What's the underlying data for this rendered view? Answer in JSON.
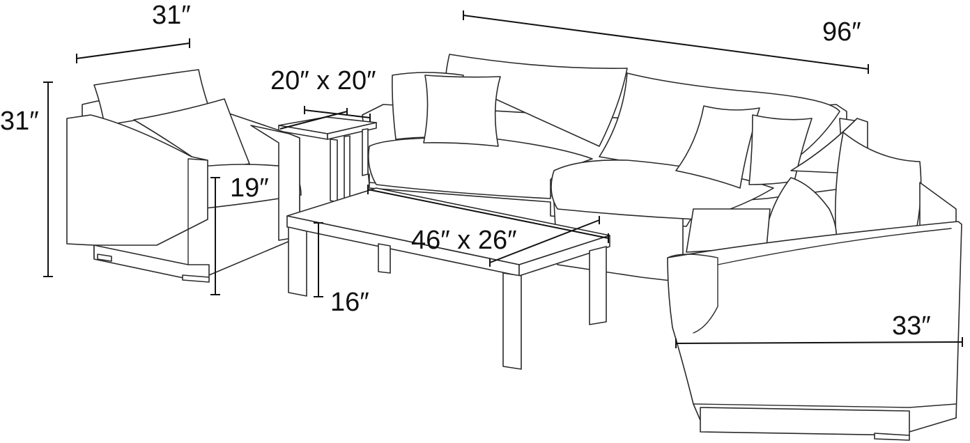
{
  "labels": {
    "chair_width": "31″",
    "chair_height": "31″",
    "seat_height": "19″",
    "side_table_size": "20″ x 20″",
    "sofa_width": "96″",
    "coffee_table_size": "46″ x 26″",
    "coffee_table_height": "16″",
    "chair_depth": "33″"
  },
  "icons": [
    "club-chair-icon",
    "side-table-icon",
    "sofa-icon",
    "coffee-table-icon"
  ]
}
